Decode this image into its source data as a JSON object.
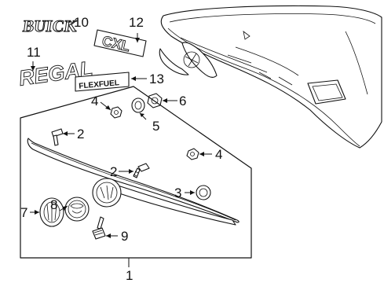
{
  "callouts": [
    {
      "id": "c1",
      "label": "1"
    },
    {
      "id": "c2a",
      "label": "2"
    },
    {
      "id": "c2b",
      "label": "2"
    },
    {
      "id": "c3",
      "label": "3"
    },
    {
      "id": "c4a",
      "label": "4"
    },
    {
      "id": "c4b",
      "label": "4"
    },
    {
      "id": "c5",
      "label": "5"
    },
    {
      "id": "c6",
      "label": "6"
    },
    {
      "id": "c7",
      "label": "7"
    },
    {
      "id": "c8",
      "label": "8"
    },
    {
      "id": "c9",
      "label": "9"
    },
    {
      "id": "c10",
      "label": "10"
    },
    {
      "id": "c11",
      "label": "11"
    },
    {
      "id": "c12",
      "label": "12"
    },
    {
      "id": "c13",
      "label": "13"
    }
  ],
  "emblems": {
    "buick": "BUICK",
    "regal": "REGAL",
    "cxl": "CXL",
    "flexfuel": "FLEXFUEL"
  }
}
